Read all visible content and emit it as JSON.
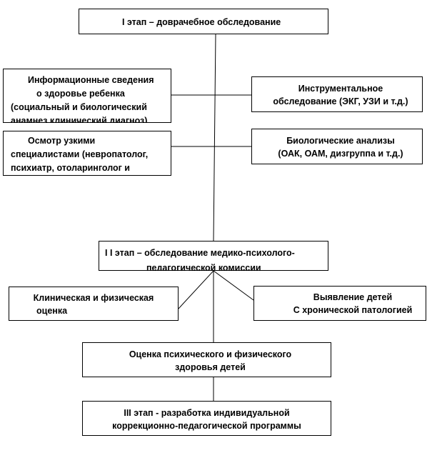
{
  "diagram": {
    "stage1": {
      "label": "I этап – доврачебное обследование"
    },
    "info": {
      "lines": [
        "Информационные сведения",
        "о здоровье ребенка",
        "(социальный и биологический",
        "анамнез клинический диагноз)"
      ]
    },
    "instrumental": {
      "lines": [
        "Инструментальное",
        "обследование (ЭКГ, УЗИ и т.д.)"
      ]
    },
    "specialists": {
      "lines": [
        "Осмотр узкими",
        "специалистами (невропатолог,",
        "психиатр, отоларинголог и"
      ]
    },
    "biological": {
      "lines": [
        "Биологические анализы",
        "(ОАК, ОАМ, дизгруппа и т.д.)"
      ]
    },
    "stage2": {
      "lines": [
        "I I этап – обследование медико-психолого-",
        "педагогической комиссии"
      ]
    },
    "clinical": {
      "lines": [
        "Клиническая и физическая",
        "оценка"
      ]
    },
    "chronic": {
      "lines": [
        "Выявление детей",
        "С хронической патологией"
      ]
    },
    "assessment": {
      "lines": [
        "Оценка психического и физического",
        "здоровья детей"
      ]
    },
    "stage3": {
      "lines": [
        "III этап - разработка индивидуальной",
        "коррекционно-педагогической программы"
      ]
    }
  }
}
